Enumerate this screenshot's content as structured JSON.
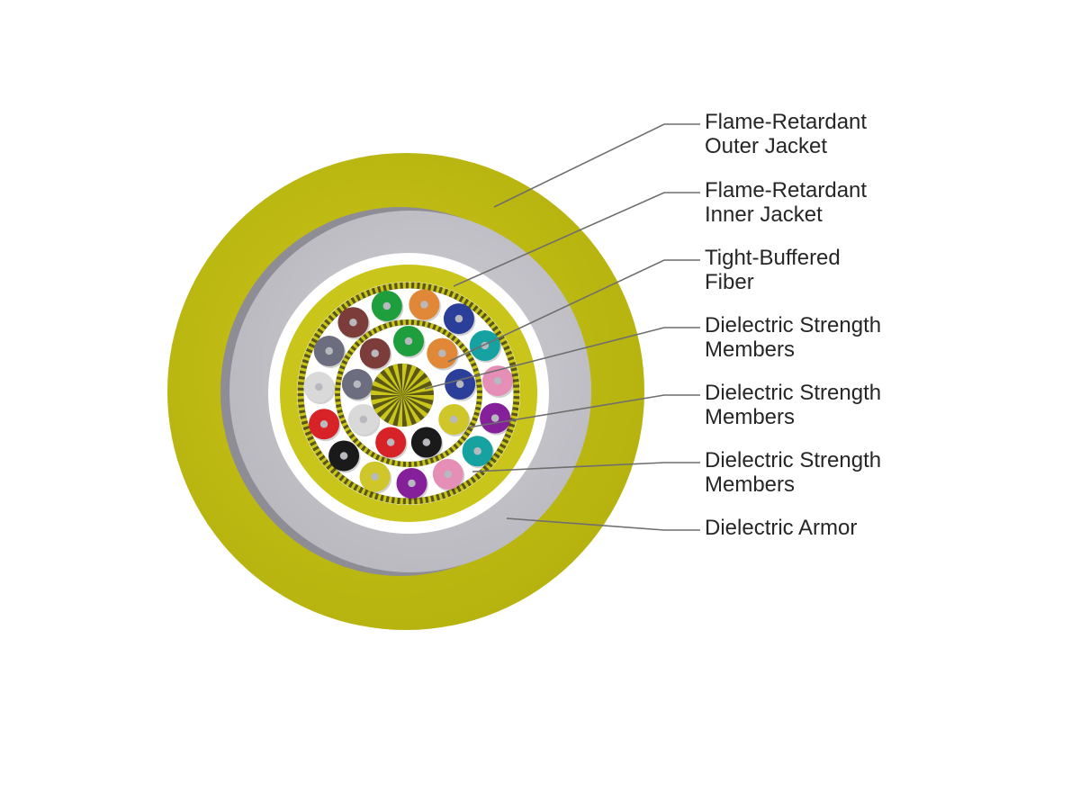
{
  "colors": {
    "outer_jacket": "#c2be12",
    "inner_jacket": "#c6c5cb",
    "armor_gap": "#ffffff",
    "binder": "#c9c51a",
    "leader_line": "#6e6e6e",
    "label_text": "#262626",
    "fiber_core": "#b8b8bf"
  },
  "fiber_colors": {
    "outer_ring": [
      "#e08838",
      "#2b3f9a",
      "#17a2a2",
      "#e58fb7",
      "#851f9a",
      "#17a2a2",
      "#e58fb7",
      "#851f9a",
      "#cfc629",
      "#1a1a1a",
      "#d72228",
      "#d9d9d9",
      "#6c6e7f",
      "#7b3c3a",
      "#1e9e3c"
    ],
    "inner_ring": [
      "#1e9e3c",
      "#e08838",
      "#2b3f9a",
      "#cfc629",
      "#1a1a1a",
      "#d72228",
      "#d9d9d9",
      "#6c6e7f",
      "#7b3c3a"
    ]
  },
  "callouts": [
    {
      "lines": [
        "Flame-Retardant",
        "Outer Jacket"
      ]
    },
    {
      "lines": [
        "Flame-Retardant",
        "Inner Jacket"
      ]
    },
    {
      "lines": [
        "Tight-Buffered",
        "Fiber"
      ]
    },
    {
      "lines": [
        "Dielectric Strength",
        "Members"
      ]
    },
    {
      "lines": [
        "Dielectric Strength",
        "Members"
      ]
    },
    {
      "lines": [
        "Dielectric Strength",
        "Members"
      ]
    },
    {
      "lines": [
        "Dielectric Armor"
      ]
    }
  ]
}
